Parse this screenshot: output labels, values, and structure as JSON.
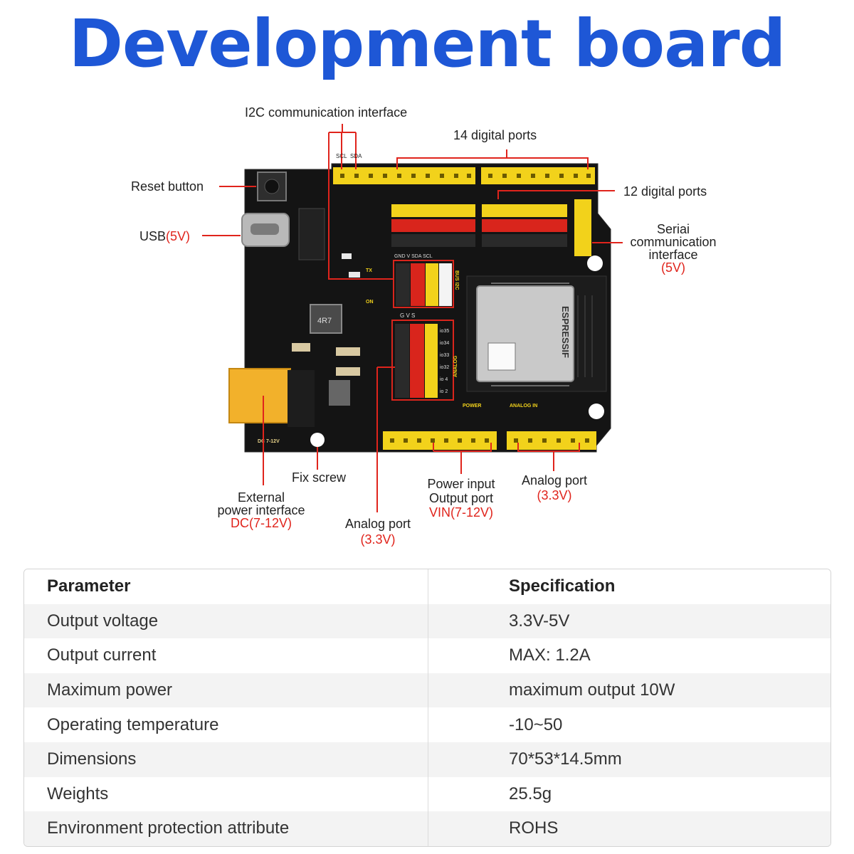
{
  "title": "Development board",
  "colors": {
    "title": "#1e57d6",
    "callout": "#e0241c",
    "board": "#141414",
    "header_yellow": "#f2d21b"
  },
  "callouts": {
    "i2c": "I2C communication interface",
    "scl": "SCL",
    "sda": "SDA",
    "digital14": "14 digital ports",
    "digital12": "12 digital ports",
    "reset": "Reset button",
    "usb": "USB",
    "usb_volt": "(5V)",
    "serial_l1": "Seriai",
    "serial_l2": "communication",
    "serial_l3": "interface",
    "serial_volt": "(5V)",
    "fix_screw": "Fix screw",
    "ext_l1": "External",
    "ext_l2": "power interface",
    "ext_volt": "DC(7-12V)",
    "analog_left": "Analog port",
    "analog_left_volt": "(3.3V)",
    "power_l1": "Power input",
    "power_l2": "Output port",
    "power_volt": "VIN(7-12V)",
    "analog_right": "Analog port",
    "analog_right_volt": "(3.3V)"
  },
  "board_labels": {
    "module": "ESPRESSIF",
    "bus_i2c": "BUS I2C",
    "i2c_pins": "GND V SDA SCL",
    "analog_side": "ANALOG",
    "analog_gvs": "G V S",
    "analog_pins": [
      "io35",
      "io34",
      "io33",
      "io32",
      "io 4",
      "io 2"
    ],
    "power_hdr": "POWER",
    "analog_in_hdr": "ANALOG IN",
    "dc_silk": "DC 7-12V",
    "tx": "TX",
    "on": "ON",
    "inductor": "4R7"
  },
  "table": {
    "headers": [
      "Parameter",
      "Specification"
    ],
    "rows": [
      [
        "Output voltage",
        "3.3V-5V"
      ],
      [
        "Output current",
        "MAX: 1.2A"
      ],
      [
        "Maximum power",
        "maximum output 10W"
      ],
      [
        "Operating temperature",
        "-10~50"
      ],
      [
        "Dimensions",
        "70*53*14.5mm"
      ],
      [
        "Weights",
        "25.5g"
      ],
      [
        "Environment protection attribute",
        "ROHS"
      ]
    ]
  }
}
